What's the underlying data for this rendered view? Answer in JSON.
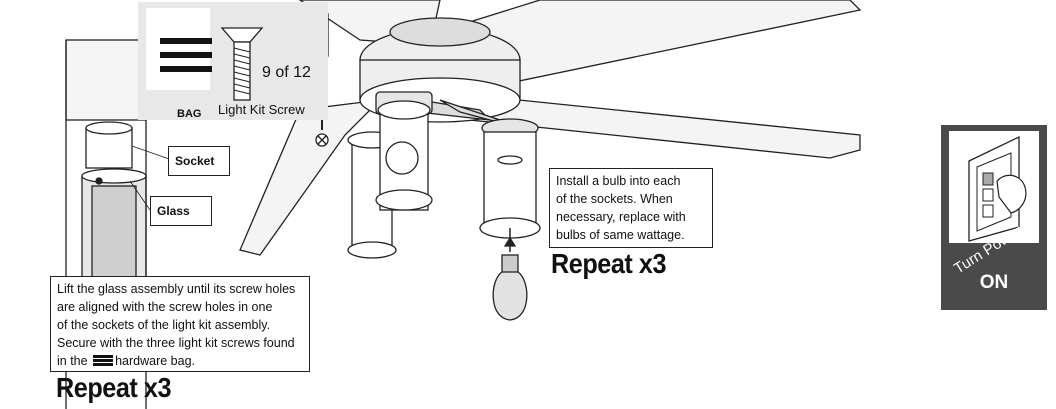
{
  "hardware": {
    "bag_label": "BAG",
    "screw_label": "Light Kit Screw",
    "count": "9 of 12"
  },
  "labels": {
    "socket": "Socket",
    "glass": "Glass"
  },
  "instructions": {
    "lift_lines": [
      "Lift the glass assembly until its screw holes",
      "are aligned with the screw holes in one",
      "of the sockets of the light kit assembly.",
      "Secure with the three light kit screws found"
    ],
    "lift_last_prefix": "in the",
    "lift_last_suffix": "hardware bag.",
    "bulb_lines": [
      "Install a bulb into each",
      "of the sockets. When",
      "necessary, replace with",
      "bulbs of same wattage."
    ]
  },
  "repeat": {
    "left": "Repeat x3",
    "right": "Repeat x3"
  },
  "power": {
    "turn_label": "Turn Power",
    "state": "ON"
  }
}
